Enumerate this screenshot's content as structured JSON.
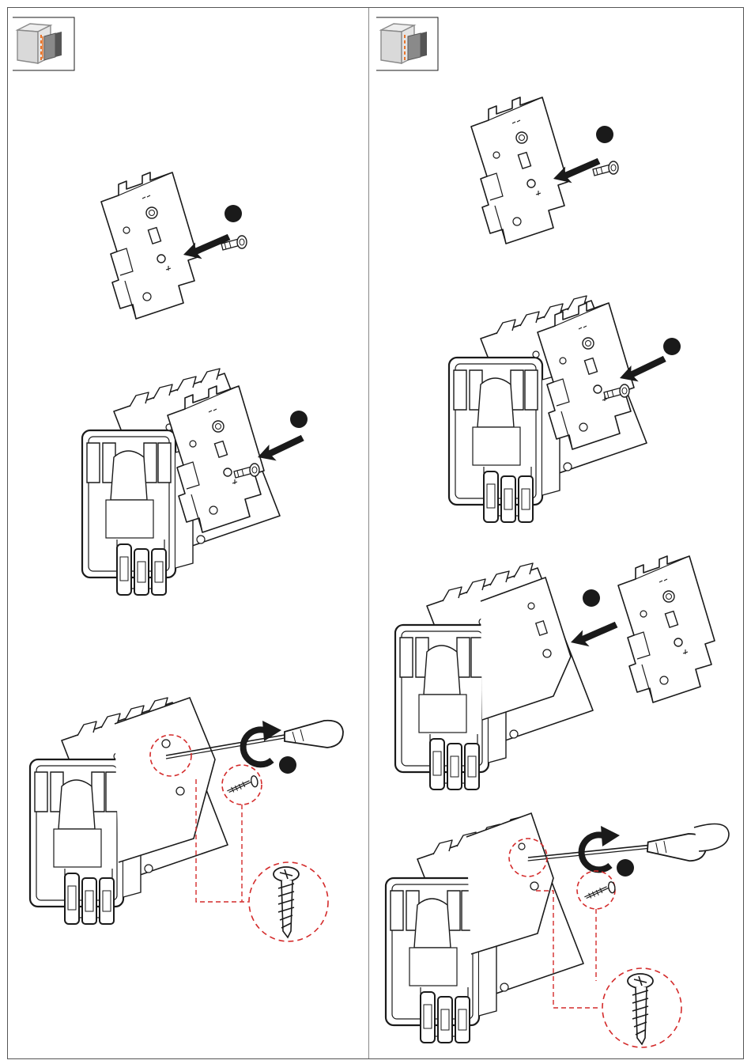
{
  "document": {
    "type": "assembly-instruction-sheet",
    "panels": [
      {
        "id": "left",
        "header_icon": "side-mount-auxiliary-block-icon",
        "steps": [
          {
            "icon": "black-step-dot-icon",
            "action": "insert-pin-into-auxiliary-block"
          },
          {
            "icon": "black-step-dot-icon",
            "action": "press-auxiliary-block-onto-contactor"
          },
          {
            "icon": "black-step-dot-icon",
            "action": "tighten-screw-with-screwdriver",
            "detail": "screw-magnified-detail"
          }
        ]
      },
      {
        "id": "right",
        "header_icon": "side-mount-auxiliary-block-icon",
        "steps": [
          {
            "icon": "black-step-dot-icon",
            "action": "insert-pin-into-auxiliary-block"
          },
          {
            "icon": "black-step-dot-icon",
            "action": "insert-pin-into-contactor"
          },
          {
            "icon": "black-step-dot-icon",
            "action": "slide-auxiliary-block-onto-contactor"
          },
          {
            "icon": "black-step-dot-icon",
            "action": "tighten-screw-with-screwdriver",
            "detail": "screw-magnified-detail"
          }
        ]
      }
    ],
    "colors": {
      "line": "#1a1a1a",
      "accent_orange": "#e8742a",
      "detail_red": "#d42b2b",
      "icon_gray": "#8a8a8a",
      "icon_light": "#d9d9d9"
    }
  }
}
